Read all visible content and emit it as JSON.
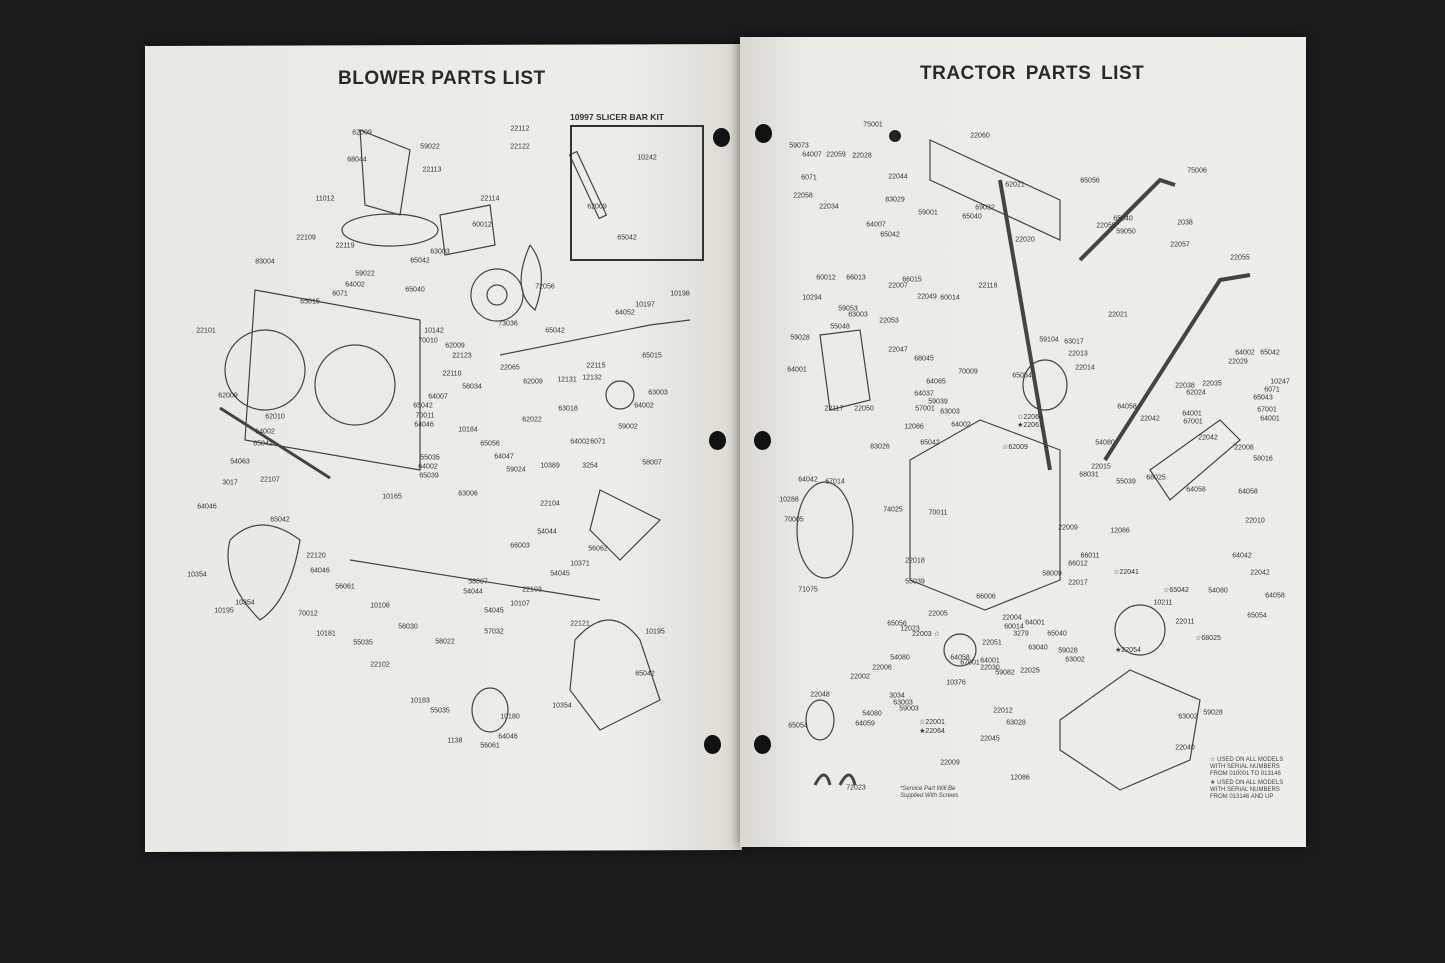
{
  "left_page": {
    "title": "BLOWER PARTS LIST",
    "inset": {
      "title": "10997 SLICER BAR KIT",
      "labels": [
        "10242",
        "62009",
        "65042"
      ]
    },
    "parts": [
      "62009",
      "59022",
      "22112",
      "22122",
      "68044",
      "22113",
      "11012",
      "22114",
      "22109",
      "60012",
      "22119",
      "63003",
      "65042",
      "83004",
      "59022",
      "64002",
      "6071",
      "72056",
      "65015",
      "65040",
      "10197",
      "10198",
      "64052",
      "22101",
      "10142",
      "65042",
      "73036",
      "70010",
      "62009",
      "22123",
      "22115",
      "22065",
      "22110",
      "65015",
      "58034",
      "62009",
      "12131",
      "12132",
      "63003",
      "64007",
      "62009",
      "65042",
      "63018",
      "64002",
      "70011",
      "62010",
      "59002",
      "64046",
      "10184",
      "64002",
      "65042",
      "62022",
      "6071",
      "64002",
      "55035",
      "65056",
      "64047",
      "54063",
      "64002",
      "65039",
      "10389",
      "3254",
      "58007",
      "59024",
      "3017",
      "22107",
      "63006",
      "10165",
      "22104",
      "64046",
      "65042",
      "54044",
      "66003",
      "56062",
      "54045",
      "10371",
      "22120",
      "64046",
      "10354",
      "56061",
      "58007",
      "54044",
      "22103",
      "70012",
      "10195",
      "10354",
      "54045",
      "10108",
      "10107",
      "10181",
      "58030",
      "57032",
      "55035",
      "58022",
      "22121",
      "10195",
      "65042",
      "22102",
      "10183",
      "55035",
      "10180",
      "10354",
      "64046",
      "1138",
      "56061"
    ]
  },
  "right_page": {
    "title": "TRACTOR PARTS LIST",
    "parts": [
      "22060",
      "75001",
      "59073",
      "64007",
      "22059",
      "22028",
      "6071",
      "22044",
      "22058",
      "83029",
      "22034",
      "59001",
      "69032",
      "65040",
      "64007",
      "65042",
      "62021",
      "65056",
      "75006",
      "65040",
      "2038",
      "59050",
      "22055",
      "22057",
      "22020",
      "60012",
      "66013",
      "66015",
      "22007",
      "22049",
      "60014",
      "22118",
      "10294",
      "59053",
      "63003",
      "55048",
      "22053",
      "22055",
      "22021",
      "59028",
      "64001",
      "22047",
      "68045",
      "59104",
      "63017",
      "22013",
      "64002",
      "65042",
      "22029",
      "6071",
      "70009",
      "64065",
      "65054",
      "22014",
      "10247",
      "22035",
      "22038",
      "62024",
      "65043",
      "64037",
      "59039",
      "64001",
      "67001",
      "22117",
      "22050",
      "57001",
      "63003",
      "64058",
      "22042",
      "64001",
      "67001",
      "☆22066",
      "★22061",
      "64002",
      "12086",
      "65042",
      "83026",
      "☆62009",
      "54080",
      "22042",
      "22008",
      "58016",
      "68031",
      "22015",
      "55039",
      "68025",
      "64058",
      "64042",
      "67014",
      "10288",
      "70005",
      "74025",
      "70011",
      "64058",
      "22010",
      "22009",
      "12086",
      "66011",
      "66012",
      "22018",
      "71075",
      "55039",
      "58009",
      "22017",
      "☆22041",
      "☆65042",
      "64042",
      "22042",
      "54080",
      "64058",
      "65054",
      "66006",
      "22004",
      "10211",
      "22011",
      "64001",
      "65040",
      "60014",
      "3279",
      "22005",
      "65056",
      "12023",
      "22003 ☆",
      "64058",
      "67001",
      "22051",
      "63040",
      "59028",
      "63002",
      "★22054",
      "☆68025",
      "64001",
      "22030",
      "59082",
      "22025",
      "54080",
      "22006",
      "10376",
      "22048",
      "22002",
      "3034",
      "63003",
      "59003",
      "54080",
      "64059",
      "65054",
      "☆22001",
      "★22064",
      "63028",
      "22012",
      "63002",
      "59028",
      "22045",
      "22040",
      "22009",
      "12086",
      "72023"
    ],
    "service_note": [
      "*Service Part Will Be",
      "Supplied With Screws"
    ],
    "legend": [
      {
        "symbol": "☆",
        "lines": [
          "USED ON ALL MODELS",
          "WITH SERIAL NUMBERS",
          "FROM 010001 TO 013146"
        ]
      },
      {
        "symbol": "★",
        "lines": [
          "USED ON ALL MODELS",
          "WITH SERIAL NUMBERS",
          "FROM 013146 AND UP"
        ]
      }
    ]
  }
}
